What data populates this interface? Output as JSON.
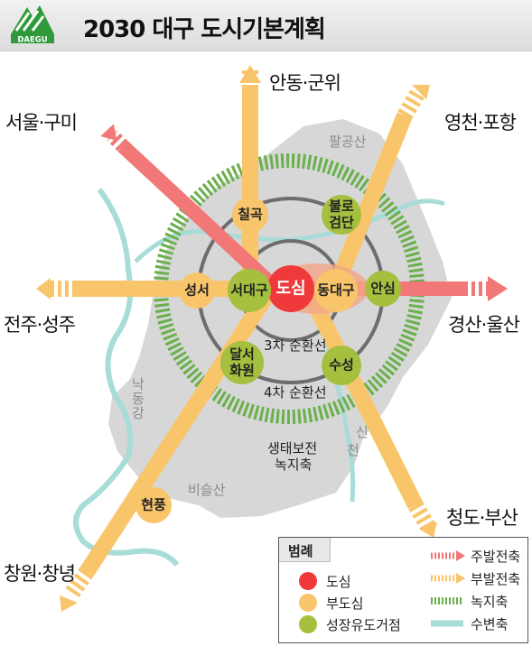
{
  "header": {
    "logo_text": "DAEGU",
    "title": "2030 대구 도시기본계획"
  },
  "destinations": {
    "north": "안동·군위",
    "northwest": "서울·구미",
    "northeast": "영천·포항",
    "west": "전주·성주",
    "east": "경산·울산",
    "southwest": "창원·창녕",
    "southeast": "청도·부산"
  },
  "geography": {
    "palgong": "팔공산",
    "nakdong": "낙동강",
    "biseul": "비슬산",
    "sincheon_1": "신",
    "sincheon_2": "천"
  },
  "rings": {
    "ring3": "3차 순환선",
    "ring4": "4차 순환선",
    "greenbelt_1": "생태보전",
    "greenbelt_2": "녹지축"
  },
  "nodes": {
    "center": "도심",
    "seodaegu": "서대구",
    "dongdaegu": "동대구",
    "chilgok": "칠곡",
    "seongseo": "성서",
    "ansim": "안심",
    "bullo_1": "불로",
    "bullo_2": "검단",
    "dalseo_1": "달서",
    "dalseo_2": "화원",
    "suseong": "수성",
    "hyeonpung": "현풍"
  },
  "legend": {
    "title": "범례",
    "items": [
      {
        "label": "도심",
        "color": "#f0393b"
      },
      {
        "label": "부도심",
        "color": "#f8c56a"
      },
      {
        "label": "성장유도거점",
        "color": "#a5bf3f"
      }
    ],
    "axes": [
      {
        "label": "주발전축",
        "color": "#f27777"
      },
      {
        "label": "부발전축",
        "color": "#f8c56a"
      },
      {
        "label": "녹지축",
        "color": "#6ab04c"
      },
      {
        "label": "수변축",
        "color": "#a8dcd9"
      }
    ]
  },
  "colors": {
    "main_axis": "#f27777",
    "sub_axis": "#f8c56a",
    "green_axis": "#6ab04c",
    "water_axis": "#a8dcd9",
    "land": "#d7d7d7",
    "center": "#f0393b",
    "subcenter": "#f8c56a",
    "growth": "#a5bf3f"
  }
}
